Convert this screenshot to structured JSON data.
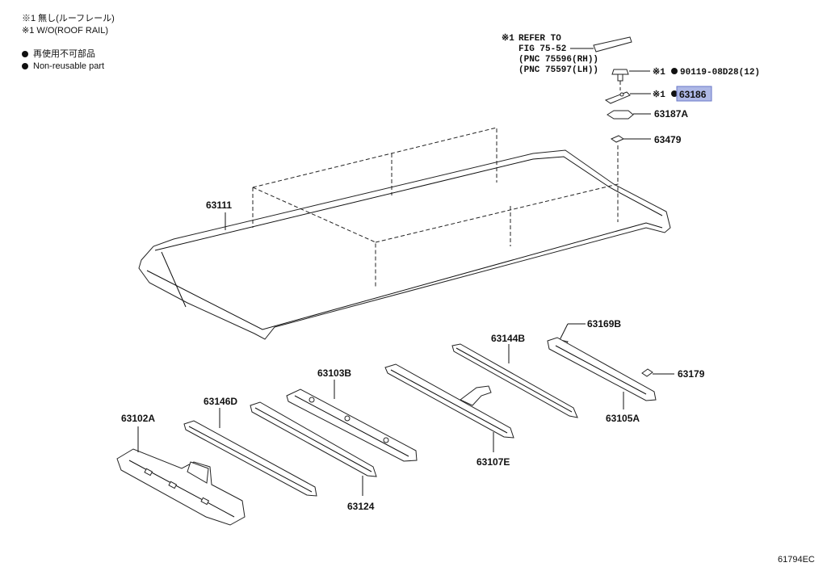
{
  "notes": {
    "jp_line": "※1 無し(ルーフレール)",
    "en_line": "※1 W/O(ROOF RAIL)",
    "legend_jp": "再使用不可部品",
    "legend_en": "Non-reusable part"
  },
  "refer": {
    "mark": "※1",
    "line1": "REFER TO",
    "line2": "FIG 75-52",
    "line3": "(PNC 75596(RH))",
    "line4": "(PNC 75597(LH))"
  },
  "callouts": {
    "p90119": "90119-08D28(12)",
    "p63186": "63186",
    "p63187A": "63187A",
    "p63479": "63479",
    "p63111": "63111",
    "p63169B": "63169B",
    "p63144B": "63144B",
    "p63179": "63179",
    "p63103B": "63103B",
    "p63105A": "63105A",
    "p63146D": "63146D",
    "p63107E": "63107E",
    "p63102A": "63102A",
    "p63124": "63124"
  },
  "marks": {
    "ref": "※1"
  },
  "highlight_color": "#aeb8e6",
  "figure_code": "61794EC"
}
